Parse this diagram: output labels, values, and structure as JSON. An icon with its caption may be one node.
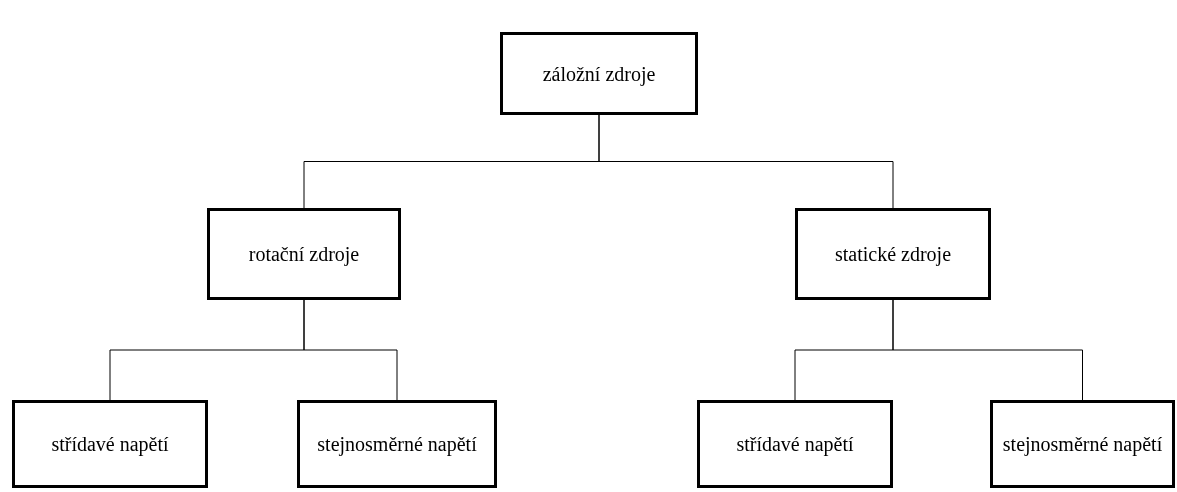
{
  "diagram": {
    "nodes": [
      {
        "text": [
          "záložní zdroje"
        ]
      },
      {
        "text": [
          "rotační zdroje"
        ]
      },
      {
        "text": [
          "statické zdroje"
        ]
      },
      {
        "text": [
          "střídavé napětí"
        ]
      },
      {
        "text": [
          "stejnosměrné napětí"
        ]
      },
      {
        "text": [
          "střídavé napětí"
        ]
      },
      {
        "text": [
          "stejnosměrné napětí"
        ]
      }
    ],
    "edges": [
      {
        "from": 0,
        "to": 1,
        "arrow": "none"
      },
      {
        "from": 0,
        "to": 2,
        "arrow": "none"
      },
      {
        "from": 1,
        "to": 3,
        "arrow": "none"
      },
      {
        "from": 1,
        "to": 4,
        "arrow": "none"
      },
      {
        "from": 2,
        "to": 5,
        "arrow": "none"
      },
      {
        "from": 2,
        "to": 6,
        "arrow": "none"
      }
    ]
  }
}
